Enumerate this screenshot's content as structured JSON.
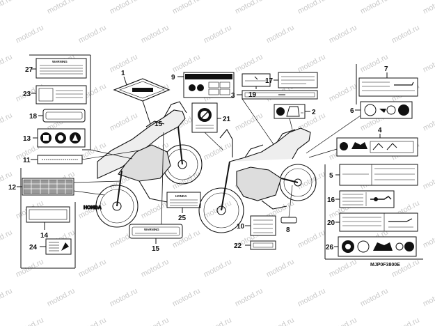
{
  "diagram": {
    "part_code": "MJP0F3800E",
    "watermark_text": "motod.ru",
    "callout_numbers": [
      "1",
      "2",
      "3",
      "4",
      "5",
      "6",
      "7",
      "8",
      "9",
      "10",
      "11",
      "12",
      "13",
      "14",
      "15",
      "16",
      "17",
      "18",
      "19",
      "20",
      "21",
      "22",
      "23",
      "24",
      "25",
      "26",
      "27"
    ],
    "label_texts": {
      "warning_label_27": "WARNING",
      "brand_label_25": "HONDA",
      "brand_label_15": "WARNING"
    },
    "colors": {
      "line": "#111111",
      "watermark": "#c9c9c9",
      "background": "#ffffff"
    }
  }
}
